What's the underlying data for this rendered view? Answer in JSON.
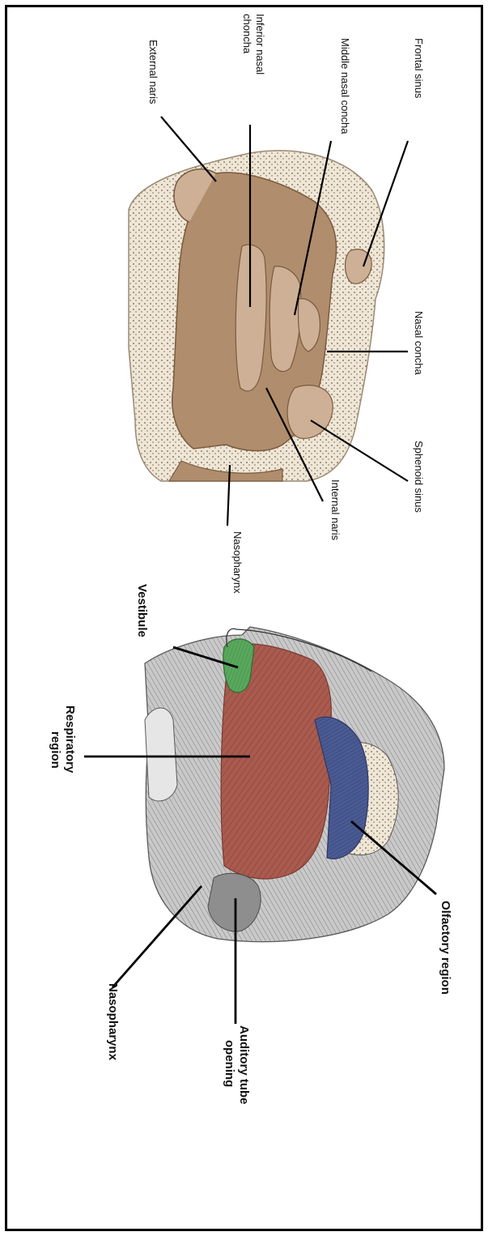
{
  "colors": {
    "skin": "#b08d6c",
    "skin_light": "#cdb096",
    "skin_dark": "#7a5a3e",
    "bone": "#efe6d6",
    "bone_line": "#9c8a74",
    "vestibule": "#5aa85e",
    "respiratory": "#a85b4e",
    "olfactory": "#4a5a93",
    "gray_tissue": "#9a9a9a"
  },
  "top_figure": {
    "labels": {
      "frontal_sinus": "Frontal sinus",
      "middle_nasal_concha": "Middle nasal concha",
      "inferior_nasal_concha_1": "Inferior nasal",
      "inferior_nasal_concha_2": "choncha",
      "external_naris": "External naris",
      "nasal_concha": "Nasal concha",
      "sphenoid_sinus": "Sphenoid sinus",
      "internal_naris": "Internal naris",
      "nasopharynx": "Nasopharynx"
    }
  },
  "bottom_figure": {
    "labels": {
      "vestibule": "Vestibule",
      "respiratory_region_1": "Respiratory",
      "respiratory_region_2": "region",
      "olfactory_region": "Olfactory region",
      "nasopharynx": "Nasopharynx",
      "auditory_tube_1": "Auditory tube",
      "auditory_tube_2": "opening"
    }
  }
}
